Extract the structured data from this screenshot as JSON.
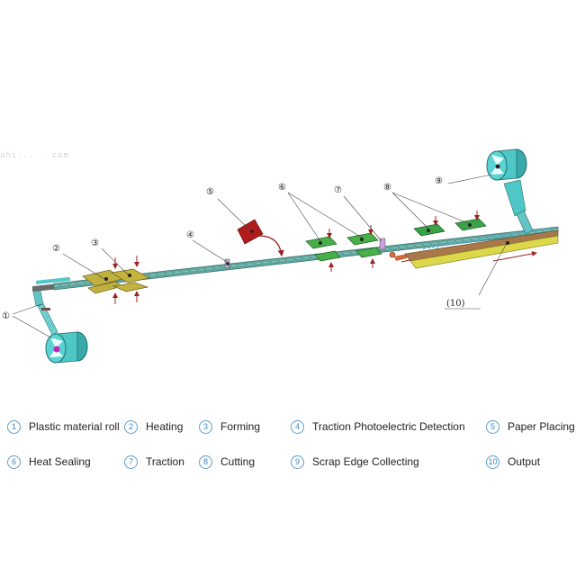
{
  "watermark": "ahi... . com",
  "callouts": [
    "①",
    "②",
    "③",
    "④",
    "⑤",
    "⑥",
    "⑦",
    "⑧",
    "⑨",
    "(10)"
  ],
  "legend": [
    {
      "num": "1",
      "label": "Plastic material roll"
    },
    {
      "num": "2",
      "label": "Heating"
    },
    {
      "num": "3",
      "label": "Forming"
    },
    {
      "num": "4",
      "label": "Traction Photoelectric Detection"
    },
    {
      "num": "5",
      "label": "Paper Placing"
    },
    {
      "num": "6",
      "label": "Heat Sealing"
    },
    {
      "num": "7",
      "label": "Traction"
    },
    {
      "num": "8",
      "label": "Cutting"
    },
    {
      "num": "9",
      "label": "Scrap Edge Collecting"
    },
    {
      "num": "10",
      "label": "Output"
    }
  ],
  "colors": {
    "roll": "#4fc7c7",
    "hub": "#c026b8",
    "web": "#5fa59c",
    "heater": "#bfb040",
    "forming": "#c3b33c",
    "paper": "#b01c1c",
    "sealer": "#48b048",
    "output_table": "#dcd84a",
    "output_belt": "#a9784a",
    "arrow": "#9a2323"
  }
}
